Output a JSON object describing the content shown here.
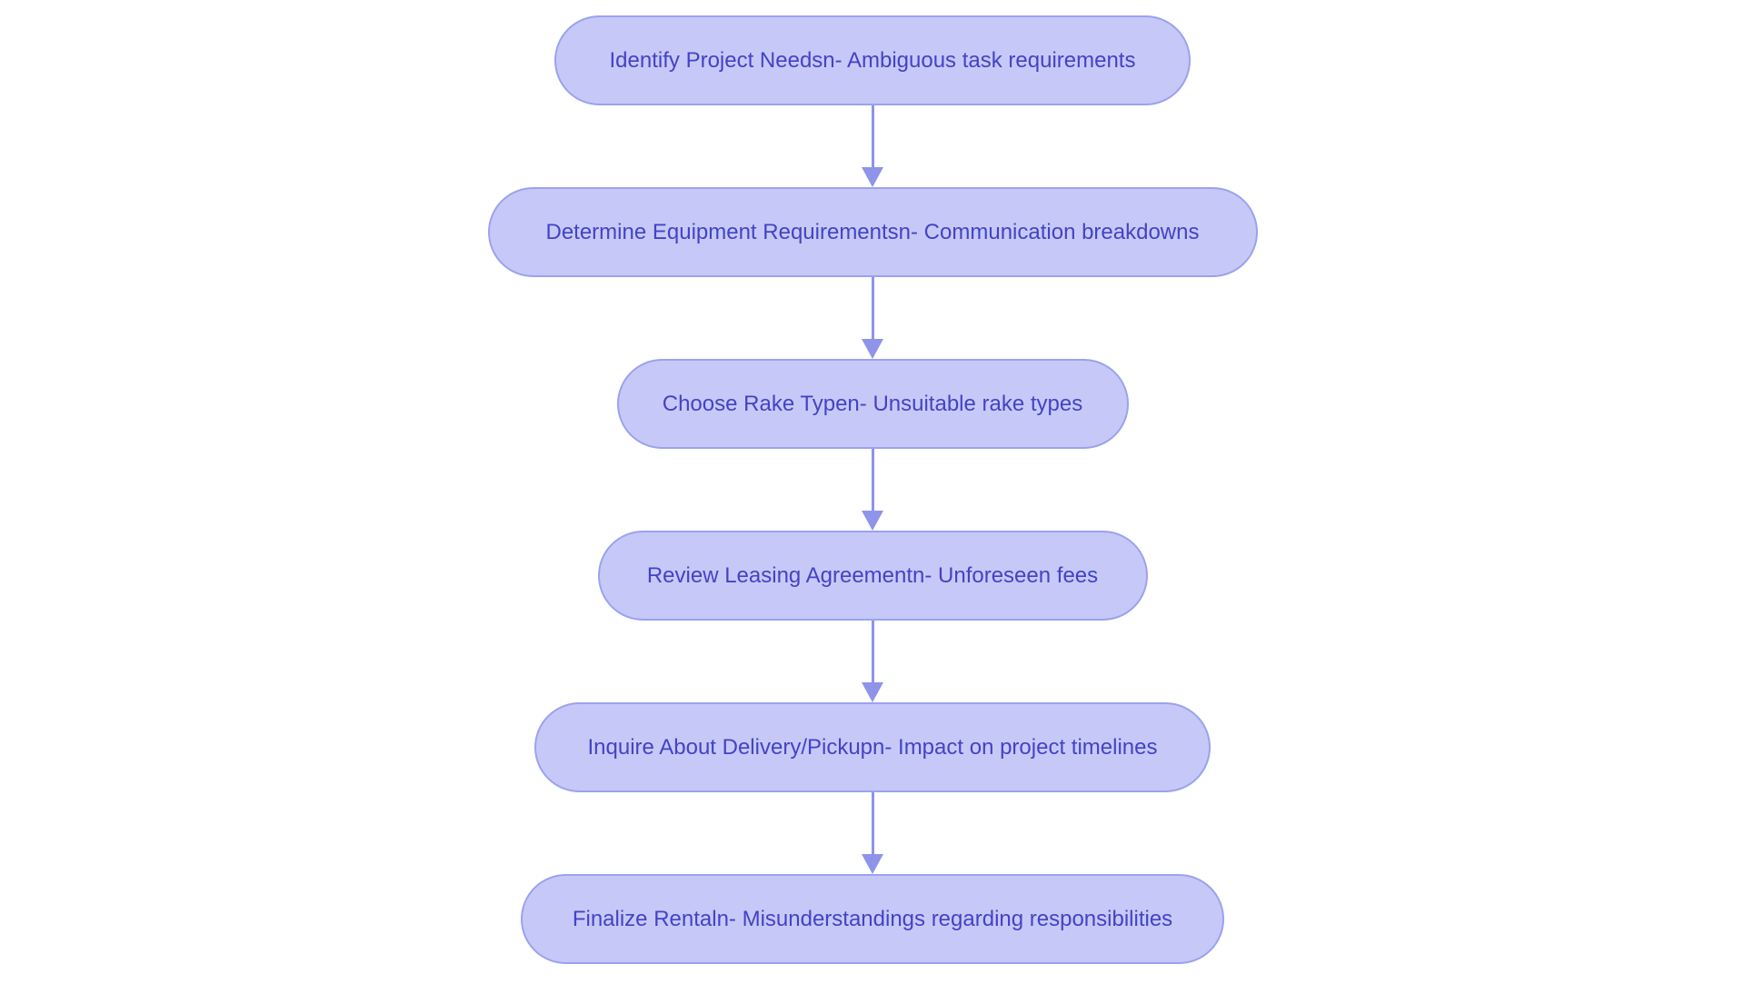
{
  "flowchart": {
    "type": "vertical-flowchart",
    "nodes": [
      {
        "id": 0,
        "label": "Identify Project Needsn- Ambiguous task requirements"
      },
      {
        "id": 1,
        "label": "Determine Equipment Requirementsn- Communication breakdowns"
      },
      {
        "id": 2,
        "label": "Choose Rake Typen- Unsuitable rake types"
      },
      {
        "id": 3,
        "label": "Review Leasing Agreementn- Unforeseen fees"
      },
      {
        "id": 4,
        "label": "Inquire About Delivery/Pickupn- Impact on project timelines"
      },
      {
        "id": 5,
        "label": "Finalize Rentaln- Misunderstandings regarding responsibilities"
      }
    ],
    "edges": [
      {
        "from": 0,
        "to": 1
      },
      {
        "from": 1,
        "to": 2
      },
      {
        "from": 2,
        "to": 3
      },
      {
        "from": 3,
        "to": 4
      },
      {
        "from": 4,
        "to": 5
      }
    ],
    "colors": {
      "node_fill": "#c6c9f7",
      "node_border": "#9ba2ed",
      "node_text": "#4343c6",
      "arrow": "#8d94e9",
      "background": "#ffffff"
    }
  }
}
